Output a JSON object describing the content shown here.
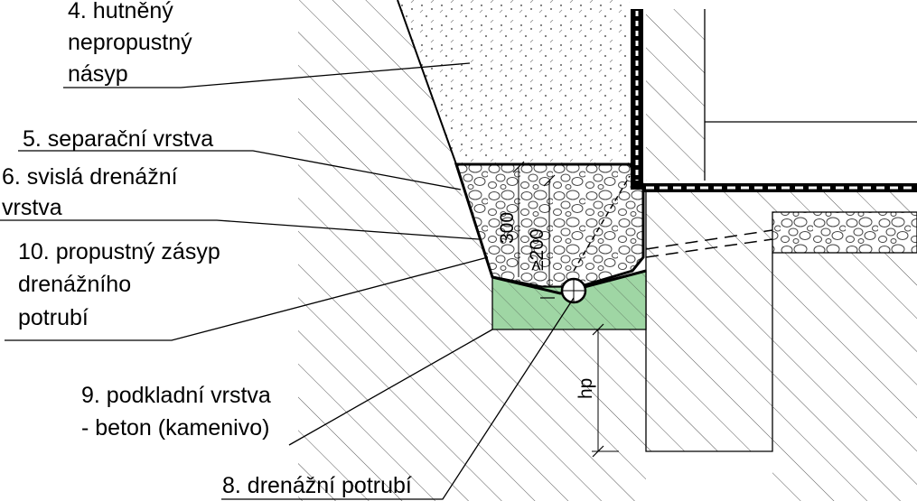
{
  "labels": {
    "l4_line1": "4. hutněný",
    "l4_line2": "nepropustný",
    "l4_line3": "násyp",
    "l5": "5. separační vrstva",
    "l6_line1": "6. svislá drenážní",
    "l6_line2": "vrstva",
    "l10_line1": "10. propustný zásyp",
    "l10_line2": "drenážního",
    "l10_line3": "potrubí",
    "l9_line1": "9. podkladní vrstva",
    "l9_line2": "- beton (kamenivo)",
    "l8": "8. drenážní potrubí"
  },
  "dimensions": {
    "d300": "300",
    "d200": "≥200",
    "dhp": "hp"
  },
  "colors": {
    "concrete_base": "#9fd6a4",
    "line": "#000000",
    "background": "#ffffff"
  }
}
